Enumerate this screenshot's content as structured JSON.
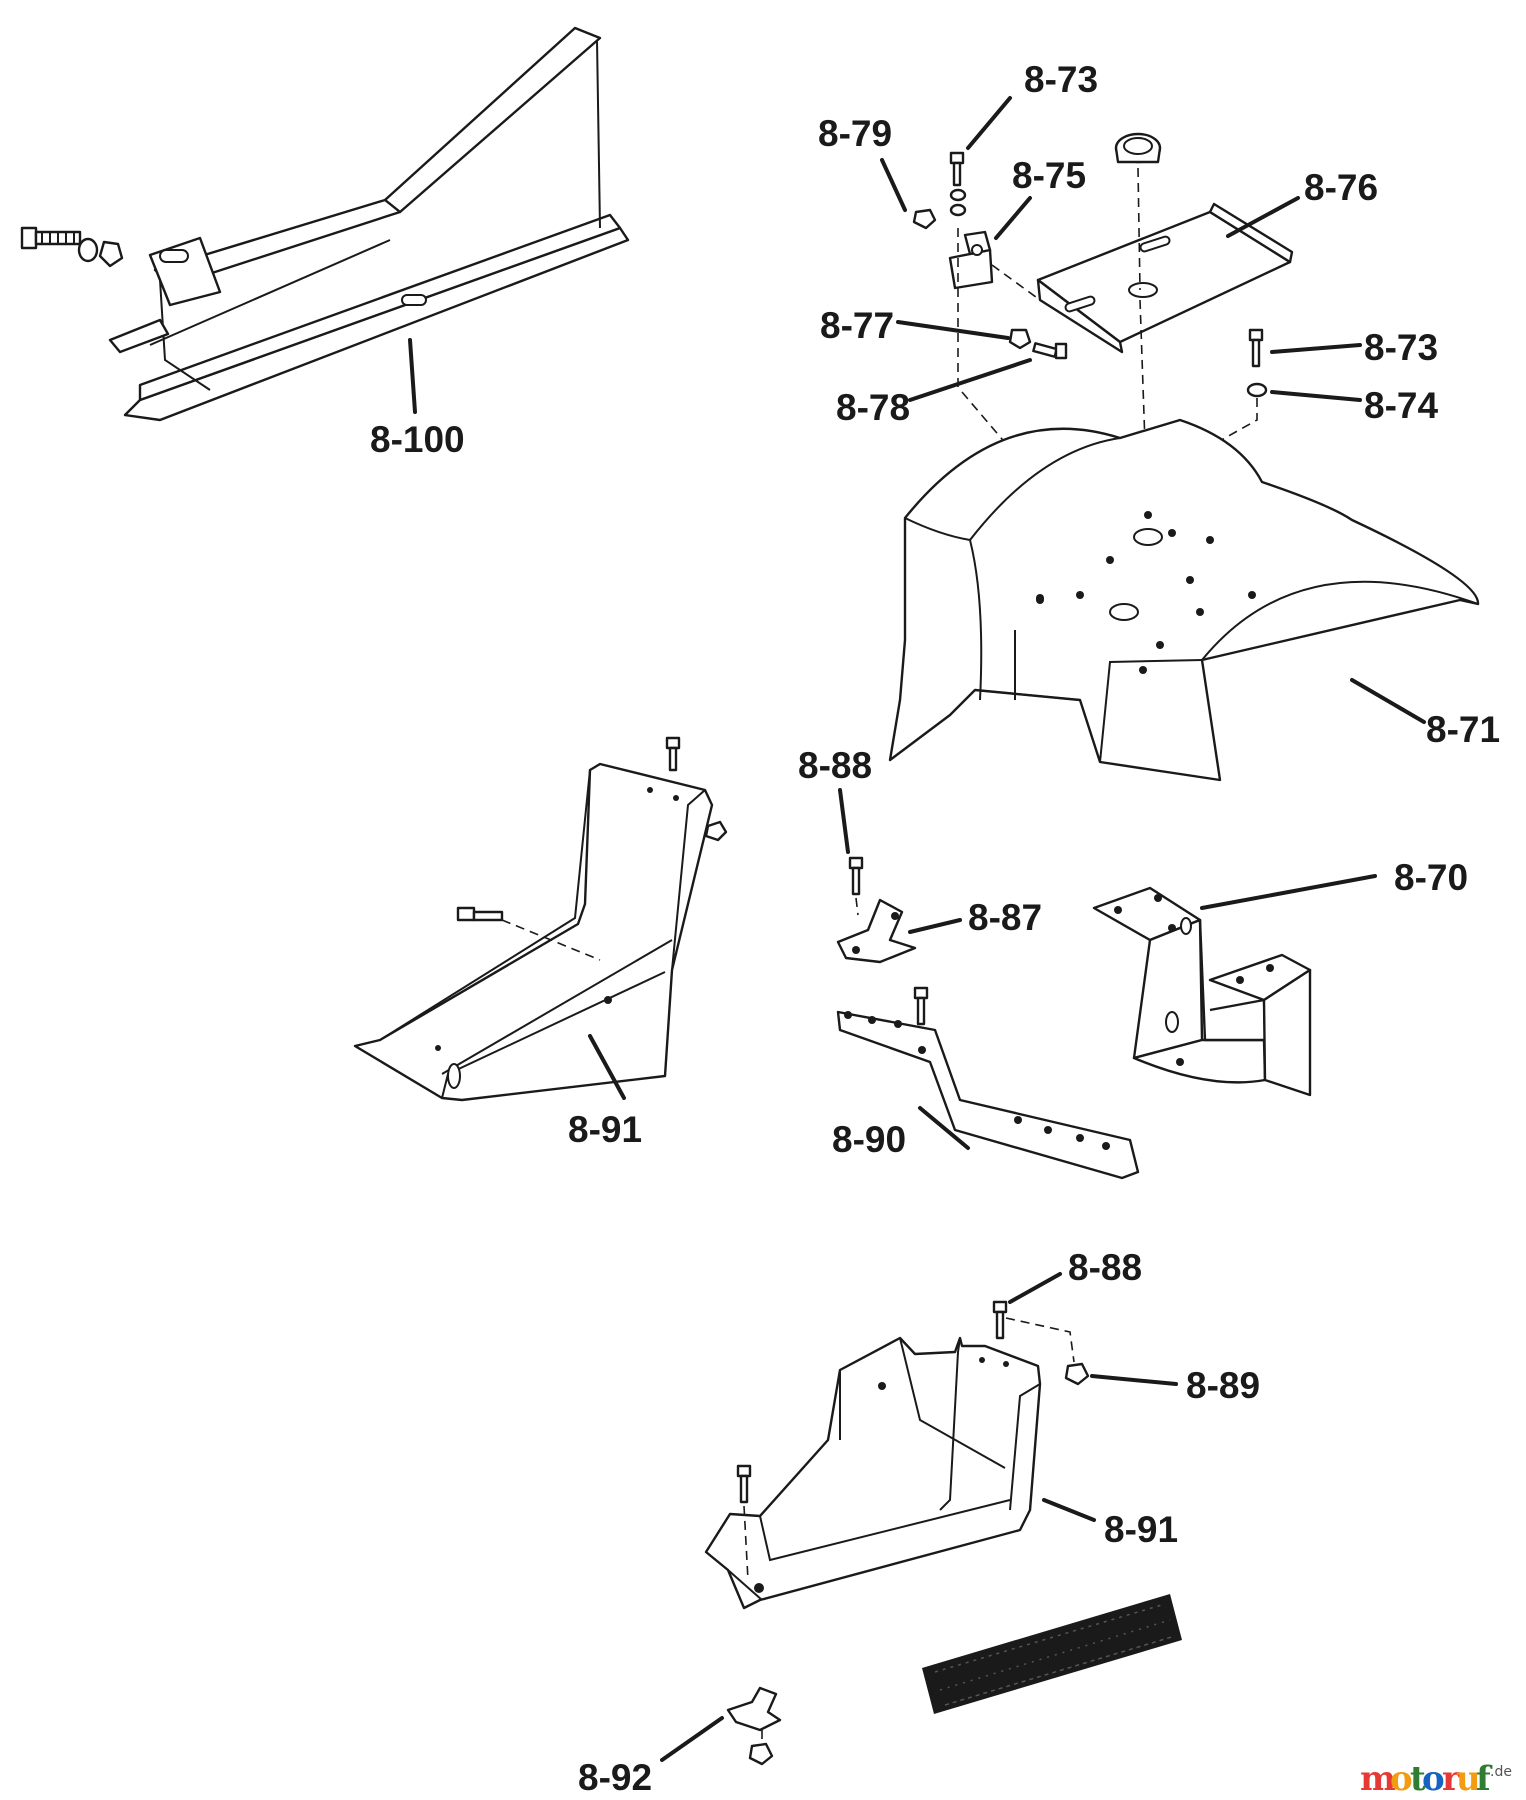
{
  "labels": {
    "l8_100": "8-100",
    "l8_73a": "8-73",
    "l8_79": "8-79",
    "l8_75": "8-75",
    "l8_76": "8-76",
    "l8_77": "8-77",
    "l8_78": "8-78",
    "l8_73b": "8-73",
    "l8_74": "8-74",
    "l8_71": "8-71",
    "l8_88a": "8-88",
    "l8_87": "8-87",
    "l8_70": "8-70",
    "l8_90": "8-90",
    "l8_91a": "8-91",
    "l8_88b": "8-88",
    "l8_89": "8-89",
    "l8_91b": "8-91",
    "l8_92": "8-92"
  },
  "watermark": {
    "letters": [
      "m",
      "o",
      "t",
      "o",
      "r",
      "u",
      "f"
    ],
    "letter_colors": [
      "#e53935",
      "#f39c12",
      "#2e7d32",
      "#1565c0",
      "#e53935",
      "#f39c12",
      "#2e7d32"
    ],
    "suffix": ".de"
  }
}
